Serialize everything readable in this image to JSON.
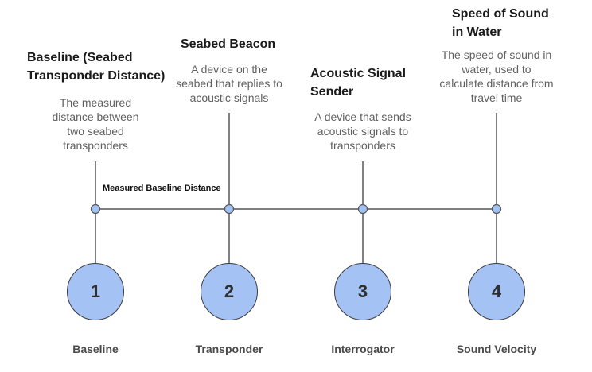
{
  "annotation": "Measured Baseline Distance",
  "steps": [
    {
      "number": "1",
      "title": "Baseline (Seabed Transponder Distance)",
      "description": "The measured distance between two seabed transponders",
      "label": "Baseline"
    },
    {
      "number": "2",
      "title": "Seabed Beacon",
      "description": "A device on the seabed that replies to acoustic signals",
      "label": "Transponder"
    },
    {
      "number": "3",
      "title": "Acoustic Signal Sender",
      "description": "A device that sends acoustic signals to transponders",
      "label": "Interrogator"
    },
    {
      "number": "4",
      "title": "Speed of Sound in Water",
      "description": "The speed of sound in water, used to calculate distance from travel time",
      "label": "Sound Velocity"
    }
  ],
  "colors": {
    "circle_fill": "#a4c2f4",
    "line": "#555555"
  }
}
